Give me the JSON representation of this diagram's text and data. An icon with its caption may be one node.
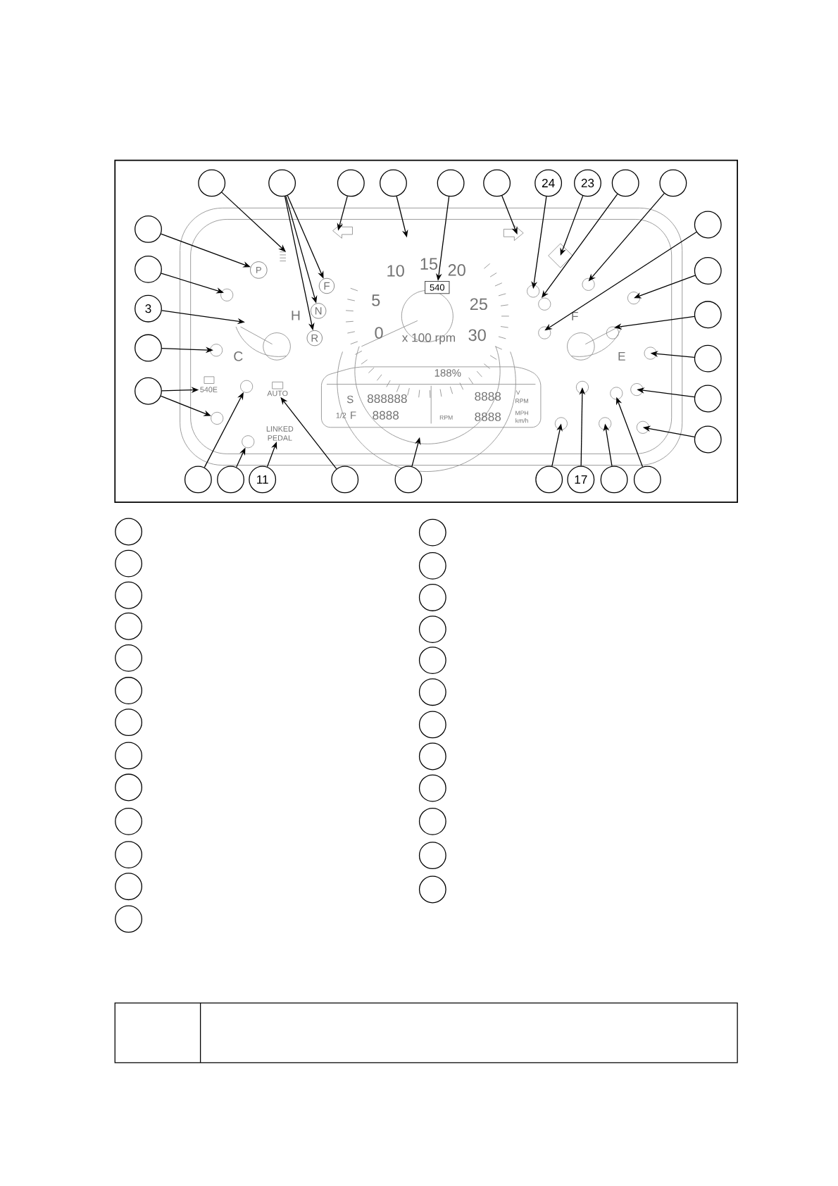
{
  "diagram": {
    "nodes": [
      {
        "text": [],
        "shape": "circle"
      },
      {
        "text": [],
        "shape": "circle"
      },
      {
        "text": [],
        "shape": "circle"
      },
      {
        "text": [],
        "shape": "circle"
      },
      {
        "text": [],
        "shape": "circle"
      },
      {
        "text": [],
        "shape": "circle"
      },
      {
        "text": [
          "24"
        ]
      },
      {
        "text": [
          "23"
        ]
      },
      {
        "text": [],
        "shape": "circle"
      },
      {
        "text": [],
        "shape": "circle"
      },
      {
        "text": [],
        "shape": "circle"
      },
      {
        "text": [],
        "shape": "circle"
      },
      {
        "text": [
          "3"
        ]
      },
      {
        "text": [],
        "shape": "circle"
      },
      {
        "text": [],
        "shape": "circle"
      },
      {
        "text": [],
        "shape": "circle"
      },
      {
        "text": [],
        "shape": "circle"
      },
      {
        "text": [],
        "shape": "circle"
      },
      {
        "text": [],
        "shape": "circle"
      },
      {
        "text": [],
        "shape": "circle"
      },
      {
        "text": [],
        "shape": "circle"
      },
      {
        "text": [],
        "shape": "circle"
      },
      {
        "text": [],
        "shape": "circle"
      },
      {
        "text": [
          "11"
        ]
      },
      {
        "text": [],
        "shape": "circle"
      },
      {
        "text": [],
        "shape": "circle"
      },
      {
        "text": [],
        "shape": "circle"
      },
      {
        "text": [
          "17"
        ]
      },
      {
        "text": [],
        "shape": "circle"
      },
      {
        "text": [],
        "shape": "circle"
      },
      {
        "text": [
          "F"
        ]
      },
      {
        "text": [
          "N"
        ]
      },
      {
        "text": [
          "R"
        ]
      },
      {
        "text": [
          "540"
        ]
      },
      {
        "text": [
          "P"
        ]
      },
      {
        "text": [
          "540E"
        ]
      },
      {
        "text": [
          "AUTO"
        ]
      },
      {
        "text": [
          "LINKED PEDAL"
        ]
      },
      {
        "text": [],
        "shape": "circle"
      },
      {
        "text": [],
        "shape": "circle"
      },
      {
        "text": [],
        "shape": "circle"
      },
      {
        "text": [],
        "shape": "circle"
      },
      {
        "text": [],
        "shape": "circle"
      },
      {
        "text": [],
        "shape": "circle"
      },
      {
        "text": [],
        "shape": "circle"
      },
      {
        "text": [],
        "shape": "circle"
      },
      {
        "text": [],
        "shape": "circle"
      },
      {
        "text": [],
        "shape": "circle"
      },
      {
        "text": [],
        "shape": "circle"
      },
      {
        "text": [],
        "shape": "circle"
      },
      {
        "text": [],
        "shape": "circle"
      },
      {
        "text": [],
        "shape": "circle"
      },
      {
        "text": [],
        "shape": "circle"
      },
      {
        "text": [],
        "shape": "circle"
      },
      {
        "text": [],
        "shape": "circle"
      },
      {
        "text": [],
        "shape": "circle"
      },
      {
        "text": [],
        "shape": "circle"
      },
      {
        "text": [],
        "shape": "circle"
      },
      {
        "text": [],
        "shape": "circle"
      },
      {
        "text": [],
        "shape": "circle"
      },
      {
        "text": [],
        "shape": "circle"
      },
      {
        "text": [],
        "shape": "circle"
      },
      {
        "text": [],
        "shape": "circle"
      },
      {
        "text": [],
        "shape": "circle"
      },
      {
        "text": [],
        "shape": "circle"
      },
      {
        "text": [],
        "shape": "circle"
      }
    ],
    "edges": [
      {
        "from": 0,
        "to": null,
        "arrow": "to"
      },
      {
        "from": 1,
        "to": 30,
        "arrow": "to"
      },
      {
        "from": 1,
        "to": 31,
        "arrow": "to"
      },
      {
        "from": 1,
        "to": 32,
        "arrow": "to"
      },
      {
        "from": 2,
        "to": null,
        "arrow": "to"
      },
      {
        "from": 3,
        "to": null,
        "arrow": "to"
      },
      {
        "from": 4,
        "to": 33,
        "arrow": "to"
      },
      {
        "from": 5,
        "to": null,
        "arrow": "to"
      },
      {
        "from": 6,
        "to": null,
        "arrow": "to"
      },
      {
        "from": 7,
        "to": null,
        "arrow": "to"
      },
      {
        "from": 8,
        "to": null,
        "arrow": "to"
      },
      {
        "from": 9,
        "to": null,
        "arrow": "to"
      },
      {
        "from": 10,
        "to": 34,
        "arrow": "to"
      },
      {
        "from": 11,
        "to": null,
        "arrow": "to"
      },
      {
        "from": 12,
        "to": null,
        "arrow": "to"
      },
      {
        "from": 13,
        "to": null,
        "arrow": "to"
      },
      {
        "from": 14,
        "to": 35,
        "arrow": "to"
      },
      {
        "from": 14,
        "to": 38,
        "arrow": "to"
      },
      {
        "from": 15,
        "to": null,
        "arrow": "to"
      },
      {
        "from": 16,
        "to": null,
        "arrow": "to"
      },
      {
        "from": 17,
        "to": null,
        "arrow": "to"
      },
      {
        "from": 18,
        "to": null,
        "arrow": "to"
      },
      {
        "from": 19,
        "to": null,
        "arrow": "to"
      },
      {
        "from": 20,
        "to": null,
        "arrow": "to"
      },
      {
        "from": 21,
        "to": 39,
        "arrow": "to"
      },
      {
        "from": 22,
        "to": 40,
        "arrow": "to"
      },
      {
        "from": 23,
        "to": 37,
        "arrow": "to"
      },
      {
        "from": 24,
        "to": 36,
        "arrow": "to"
      },
      {
        "from": 25,
        "to": null,
        "arrow": "to"
      },
      {
        "from": 26,
        "to": null,
        "arrow": "to"
      },
      {
        "from": 27,
        "to": null,
        "arrow": "to"
      },
      {
        "from": 28,
        "to": null,
        "arrow": "to"
      },
      {
        "from": 29,
        "to": null,
        "arrow": "to"
      }
    ],
    "labels": [
      "15",
      "10",
      "20",
      "H",
      "5",
      "25",
      "F",
      "C",
      "0",
      "x 100 rpm",
      "30",
      "E",
      "188%",
      "S",
      "888888",
      "8888",
      "V",
      "RPM",
      "1/2",
      "F",
      "8888",
      "RPM",
      "8888",
      "MPH",
      "km/h"
    ]
  }
}
